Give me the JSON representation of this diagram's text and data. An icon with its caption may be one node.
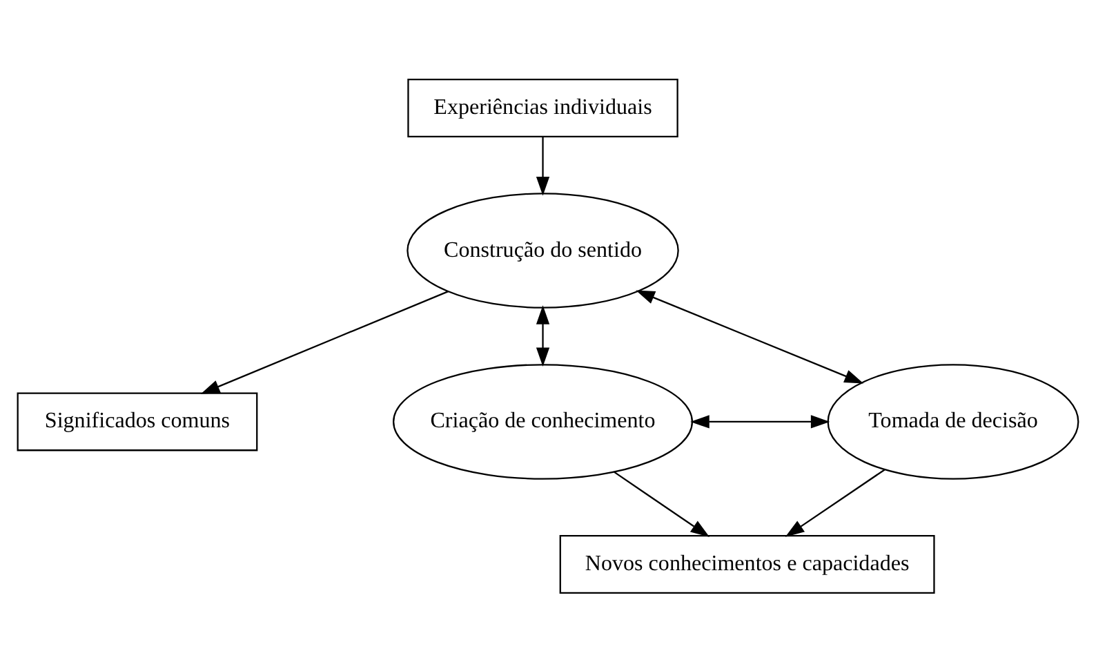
{
  "diagram": {
    "nodes": [
      {
        "text": [
          "Experiências individuais"
        ]
      },
      {
        "text": [
          "Construção do sentido"
        ]
      },
      {
        "text": [
          "Significados comuns"
        ]
      },
      {
        "text": [
          "Criação de conhecimento"
        ]
      },
      {
        "text": [
          "Tomada de decisão"
        ]
      },
      {
        "text": [
          "Novos conhecimentos e capacidades"
        ]
      }
    ],
    "edges": [
      {
        "from": 0,
        "to": 1,
        "arrow": "to"
      },
      {
        "from": 1,
        "to": 2,
        "arrow": "to"
      },
      {
        "from": 1,
        "to": 3,
        "arrow": "both"
      },
      {
        "from": 1,
        "to": 4,
        "arrow": "both"
      },
      {
        "from": 3,
        "to": 4,
        "arrow": "both"
      },
      {
        "from": 3,
        "to": 5,
        "arrow": "to"
      },
      {
        "from": 4,
        "to": 5,
        "arrow": "to"
      }
    ]
  }
}
